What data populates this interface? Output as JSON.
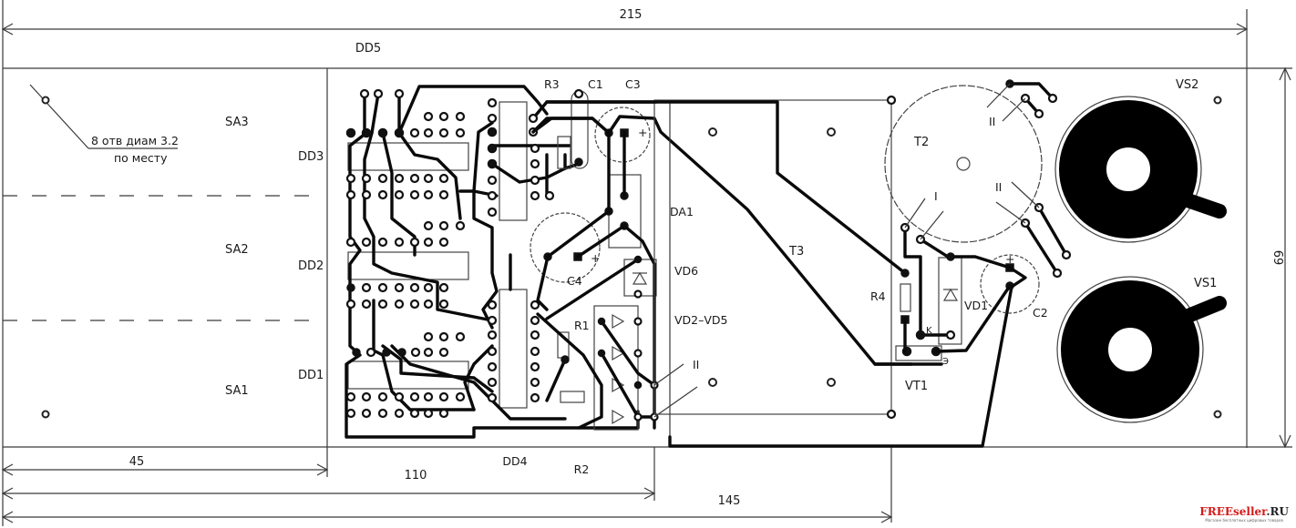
{
  "dimensions": {
    "overall_width": "215",
    "height": "69",
    "left_section": "45",
    "mid_section": "110",
    "right_section": "145"
  },
  "labels": {
    "top_band": "DD5",
    "bottom_dd4": "DD4",
    "bottom_r2": "R2",
    "hole_note_line1": "8 отв  диам 3.2",
    "hole_note_line2": "по месту",
    "switches": [
      "SA3",
      "SA2",
      "SA1"
    ],
    "chips": [
      "DD3",
      "DD2",
      "DD1"
    ],
    "components": {
      "r3": "R3",
      "c1": "C1",
      "c3": "C3",
      "c4": "C4",
      "da1": "DA1",
      "vd6": "VD6",
      "vd2_vd5": "VD2–VD5",
      "r1": "R1",
      "t3": "T3",
      "r4": "R4",
      "t2": "T2",
      "vd1": "VD1",
      "c2": "C2",
      "vt1": "VT1",
      "vs1": "VS1",
      "vs2": "VS2",
      "k_mark": "K",
      "e_mark": "Э",
      "winding_i": "I",
      "winding_ii": "II",
      "plus": "+"
    }
  },
  "watermark": {
    "brand_red": "FREEseller",
    "brand_dark": ".RU",
    "tagline": "Магазин бесплатных цифровых товаров"
  },
  "colors": {
    "trace": "#0a0a0a",
    "outline": "#3a3a3a",
    "background": "#ffffff",
    "watermark": "#d41a1a"
  }
}
